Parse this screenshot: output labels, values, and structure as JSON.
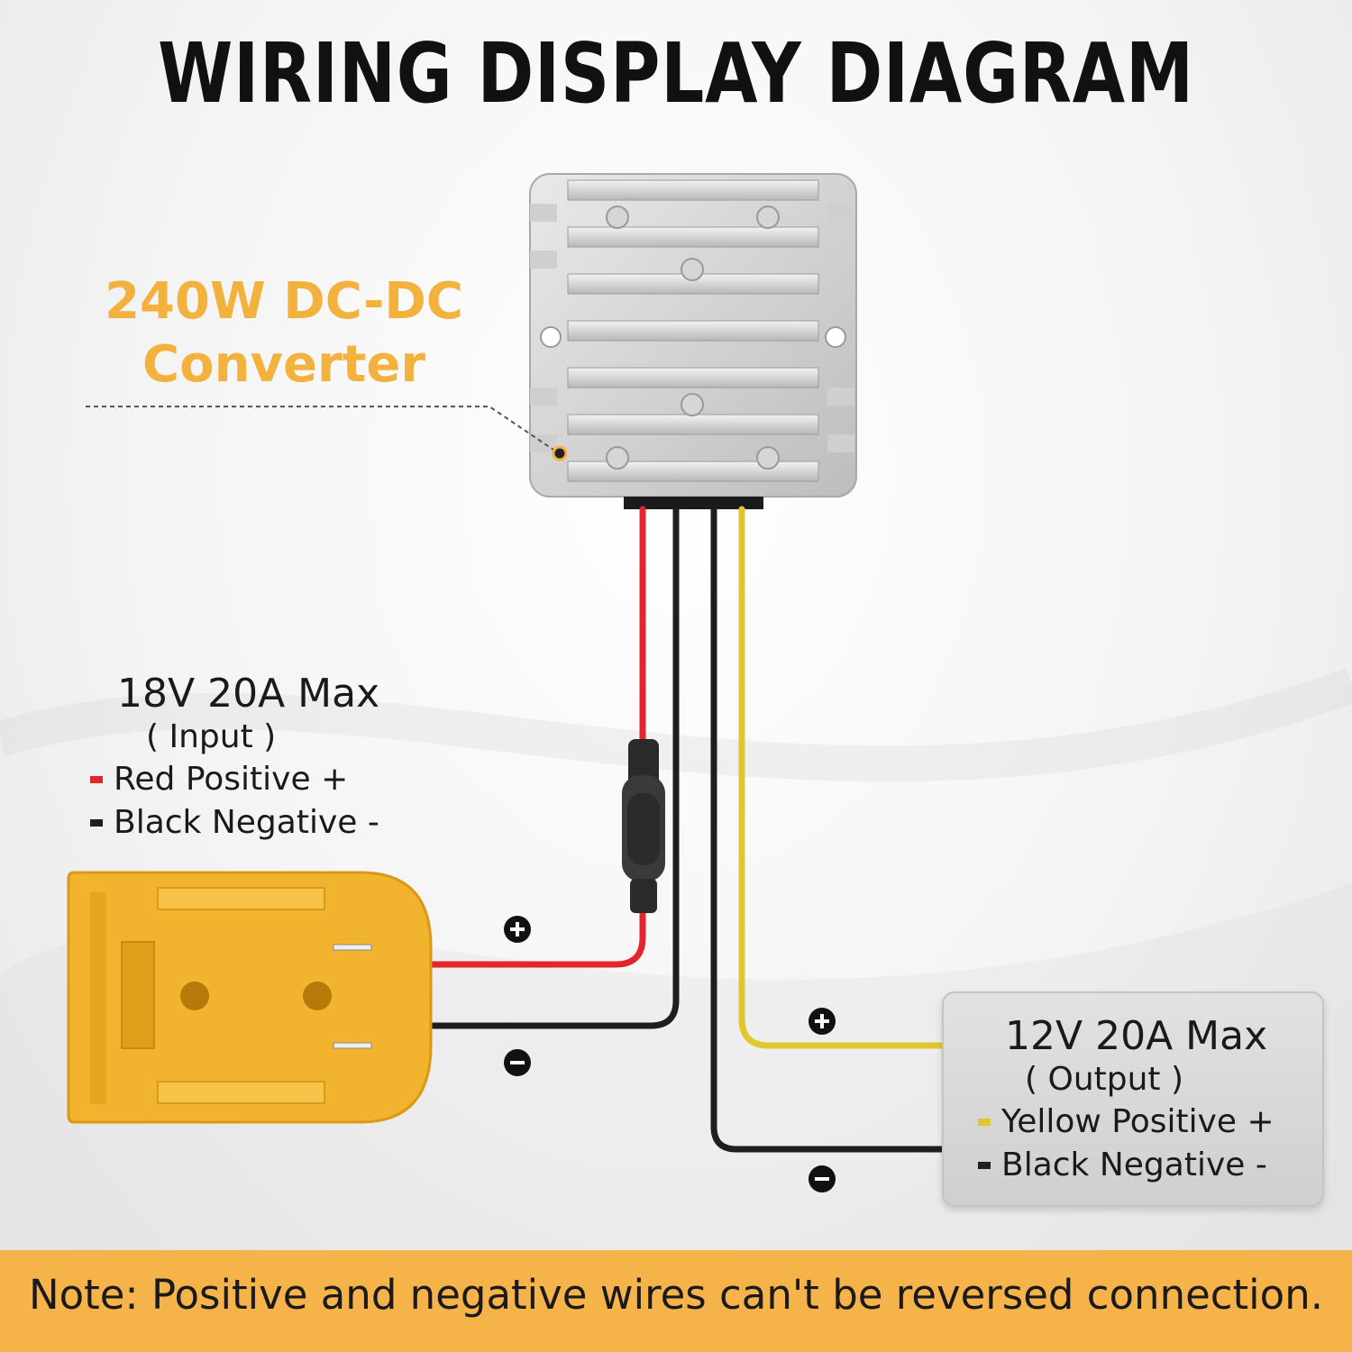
{
  "title": "WIRING DISPLAY DIAGRAM",
  "converter": {
    "label_line1": "240W DC-DC",
    "label_line2": "Converter"
  },
  "input": {
    "rating": "18V 20A Max",
    "sub": "( Input )",
    "positive": "Red Positive +",
    "negative": "Black Negative -"
  },
  "output": {
    "rating": "12V 20A Max",
    "sub": "( Output )",
    "positive": "Yellow Positive +",
    "negative": "Black Negative -"
  },
  "note": "Note: Positive and negative wires can't be reversed connection.",
  "colors": {
    "accent_orange": "#f3b13d",
    "note_bar": "#f6b34a",
    "wire_red": "#e3262b",
    "wire_black": "#1e1e1e",
    "wire_yellow": "#e1c72f",
    "battery_adapter": "#f2b42e"
  }
}
